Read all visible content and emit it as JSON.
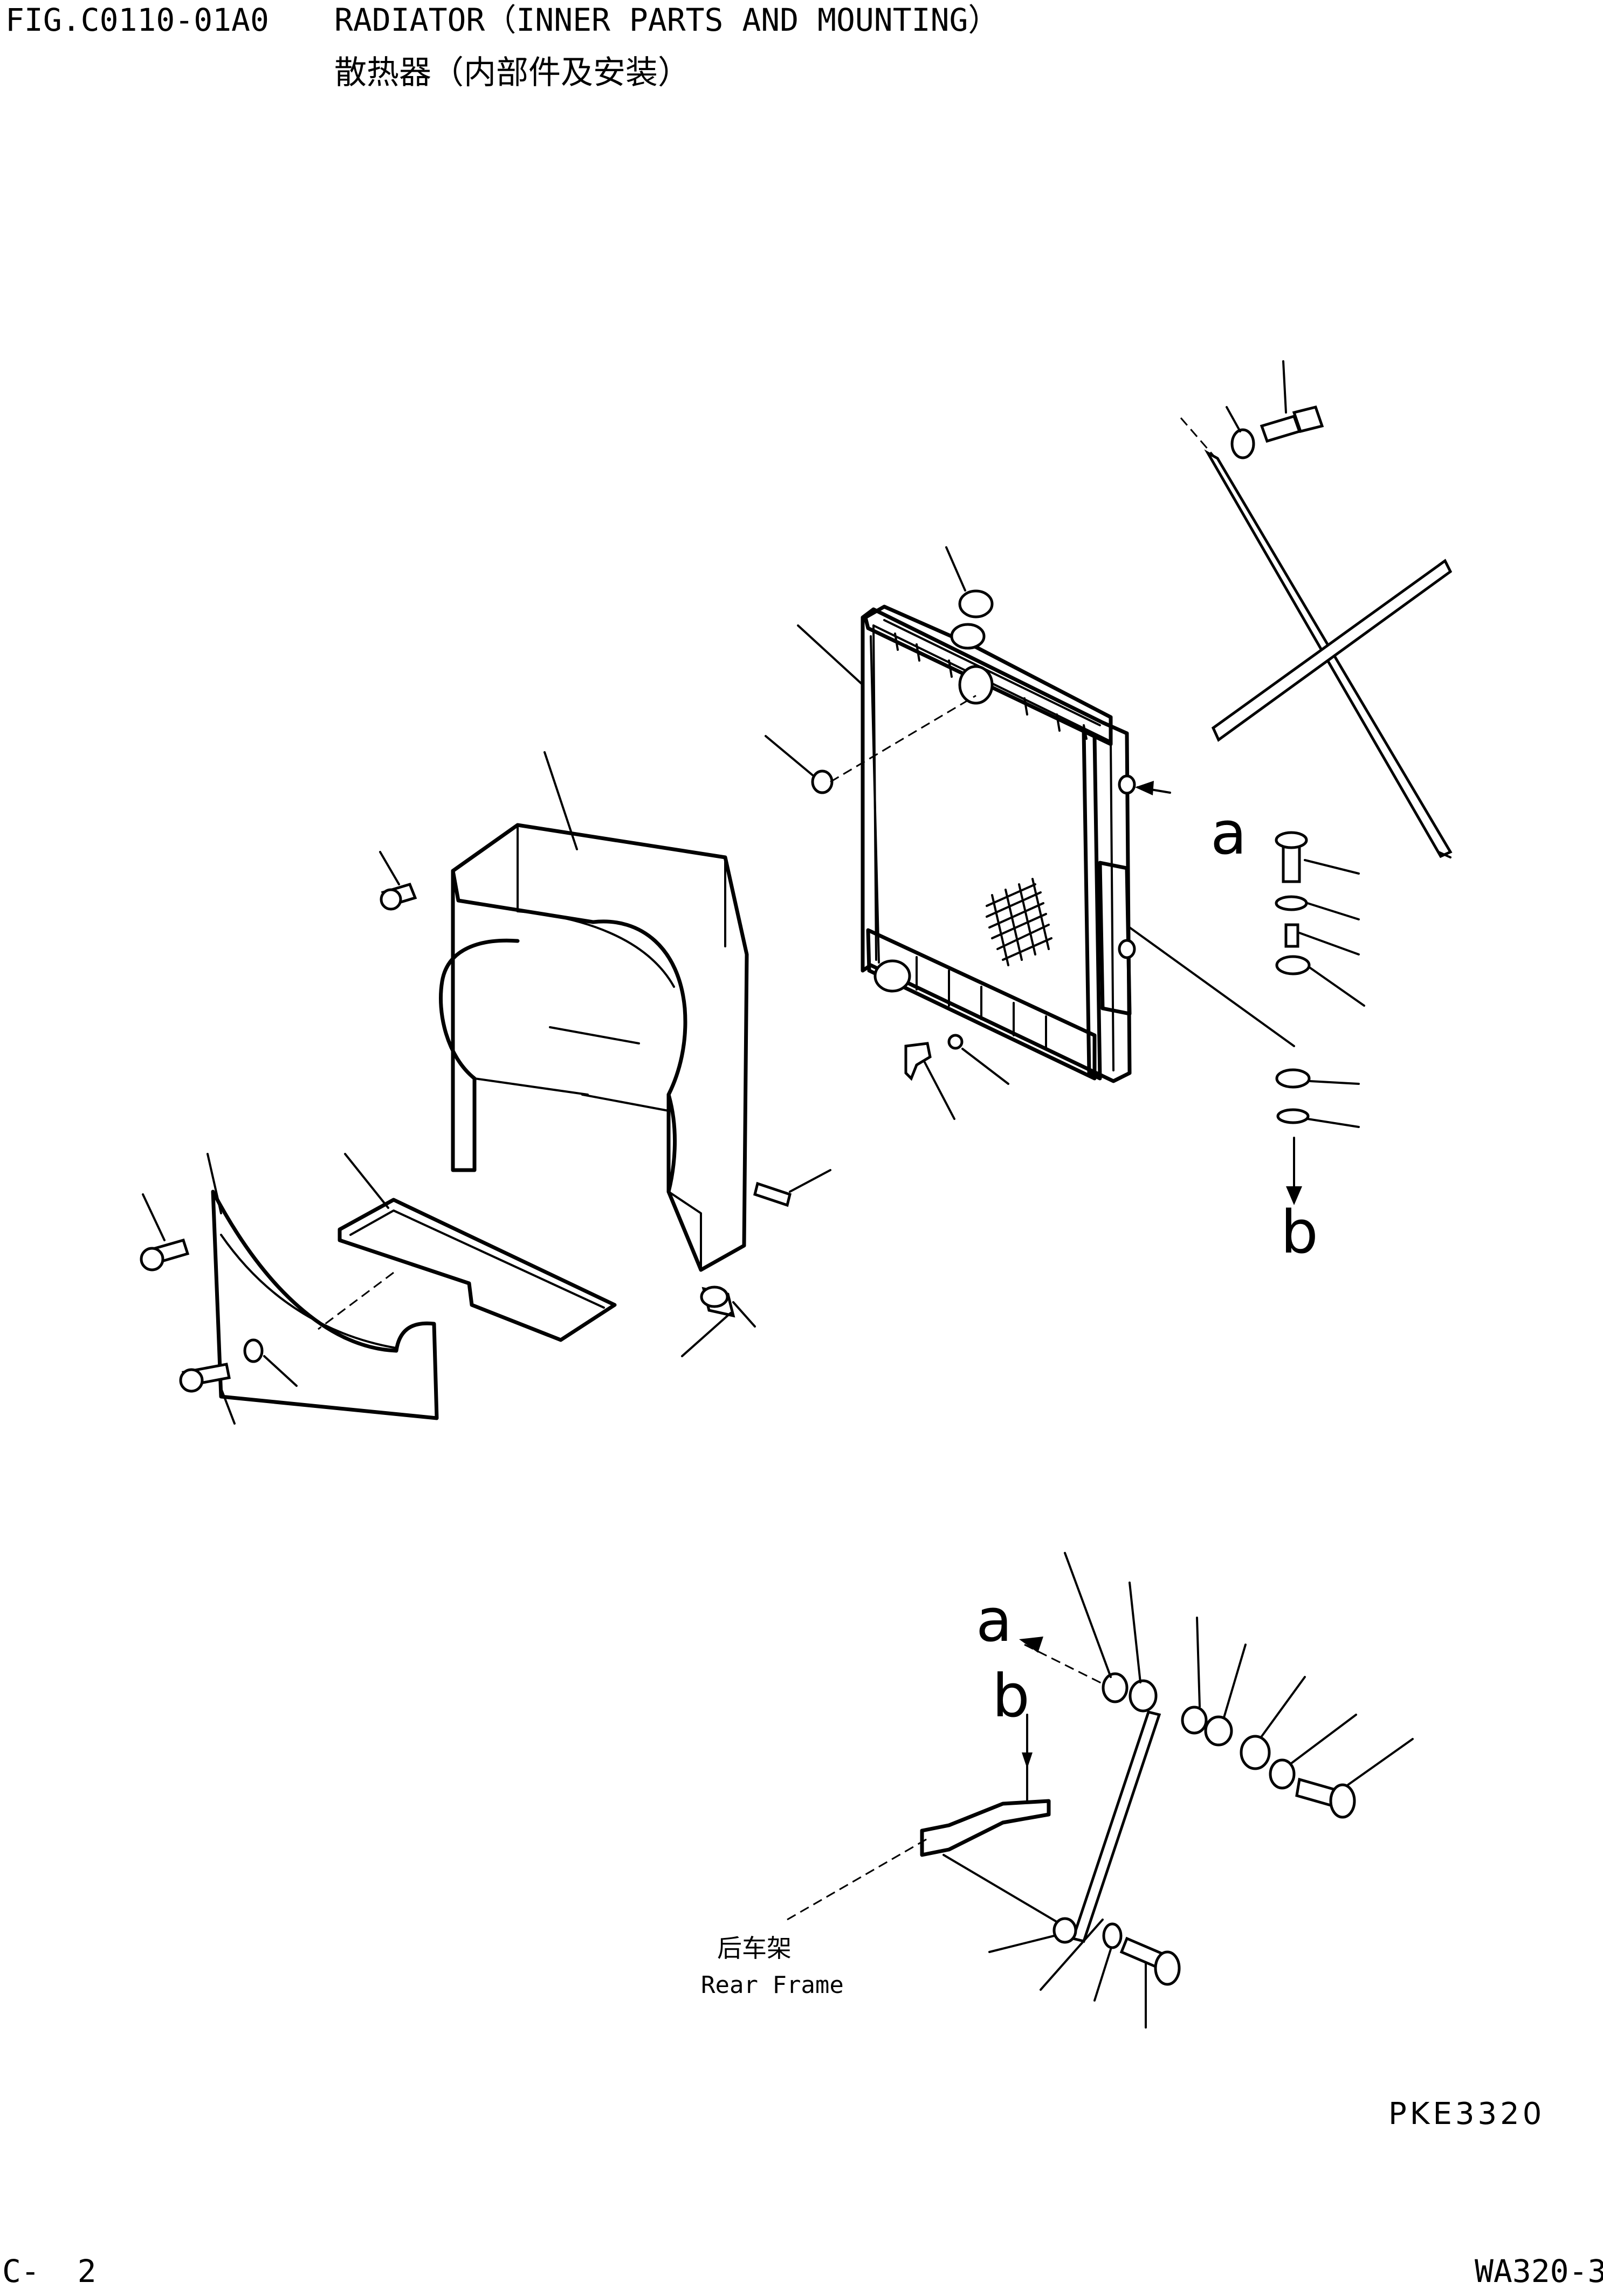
{
  "header": {
    "fig_code": "FIG.C0110-01A0",
    "title_en": "RADIATOR（INNER PARTS AND MOUNTING）",
    "title_cn": "散热器（内部件及安装）"
  },
  "labels": {
    "connector_a_1": "a",
    "connector_b_1": "b",
    "connector_a_2": "a",
    "connector_b_2": "b",
    "rear_frame_cn": "后车架",
    "rear_frame_en": "Rear Frame"
  },
  "footer": {
    "drawing_no": "PKE3320",
    "page": "C-  2",
    "model": "WA320-3"
  }
}
